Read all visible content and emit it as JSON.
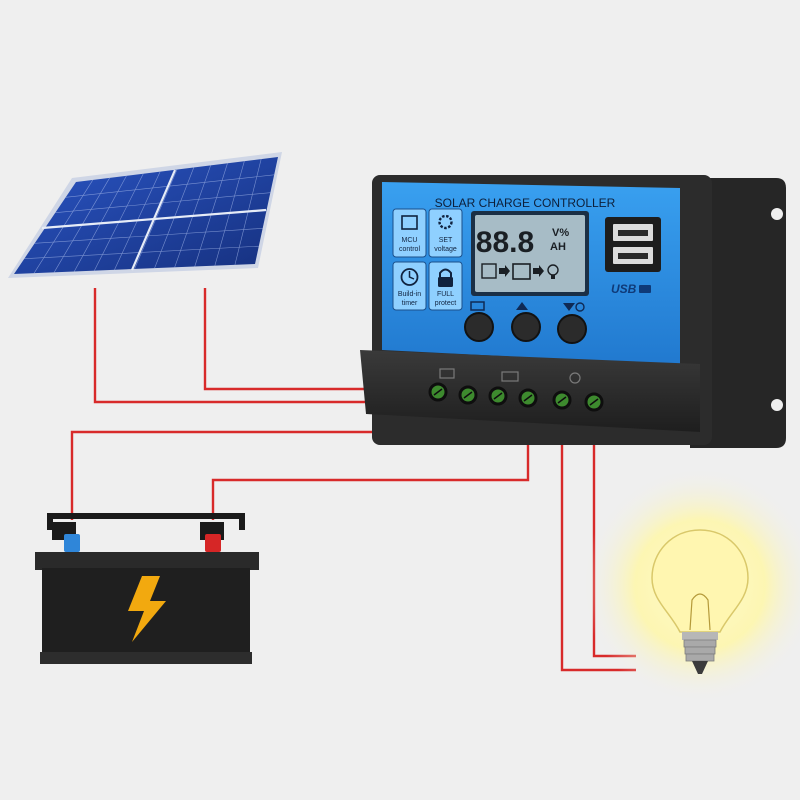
{
  "controller": {
    "title": "SOLAR CHARGE CONTROLLER",
    "display_digits": "88.8",
    "unit_top": "V%",
    "unit_bottom": "AH",
    "usb_label": "USB",
    "features": [
      {
        "line1": "MCU",
        "line2": "control",
        "icon": "chip-icon"
      },
      {
        "line1": "SET",
        "line2": "voltage",
        "icon": "gear-icon"
      },
      {
        "line1": "Build-in",
        "line2": "timer",
        "icon": "clock-icon"
      },
      {
        "line1": "FULL",
        "line2": "protect",
        "icon": "lock-icon"
      }
    ],
    "buttons": [
      "menu",
      "up",
      "down-timer"
    ],
    "terminals": [
      "pv-positive",
      "pv-negative",
      "battery-positive",
      "battery-negative",
      "load-positive",
      "load-negative"
    ]
  },
  "components": [
    "solar-panel",
    "charge-controller",
    "battery",
    "light-bulb"
  ],
  "colors": {
    "background": "#efefef",
    "wire": "#d82a2a",
    "controller_face": "#2e8fe6",
    "controller_body": "#2a2a2a",
    "lcd": "#a7bcc6",
    "panel": "#1d3f9e",
    "bulb_glow": "#fff7a8"
  }
}
